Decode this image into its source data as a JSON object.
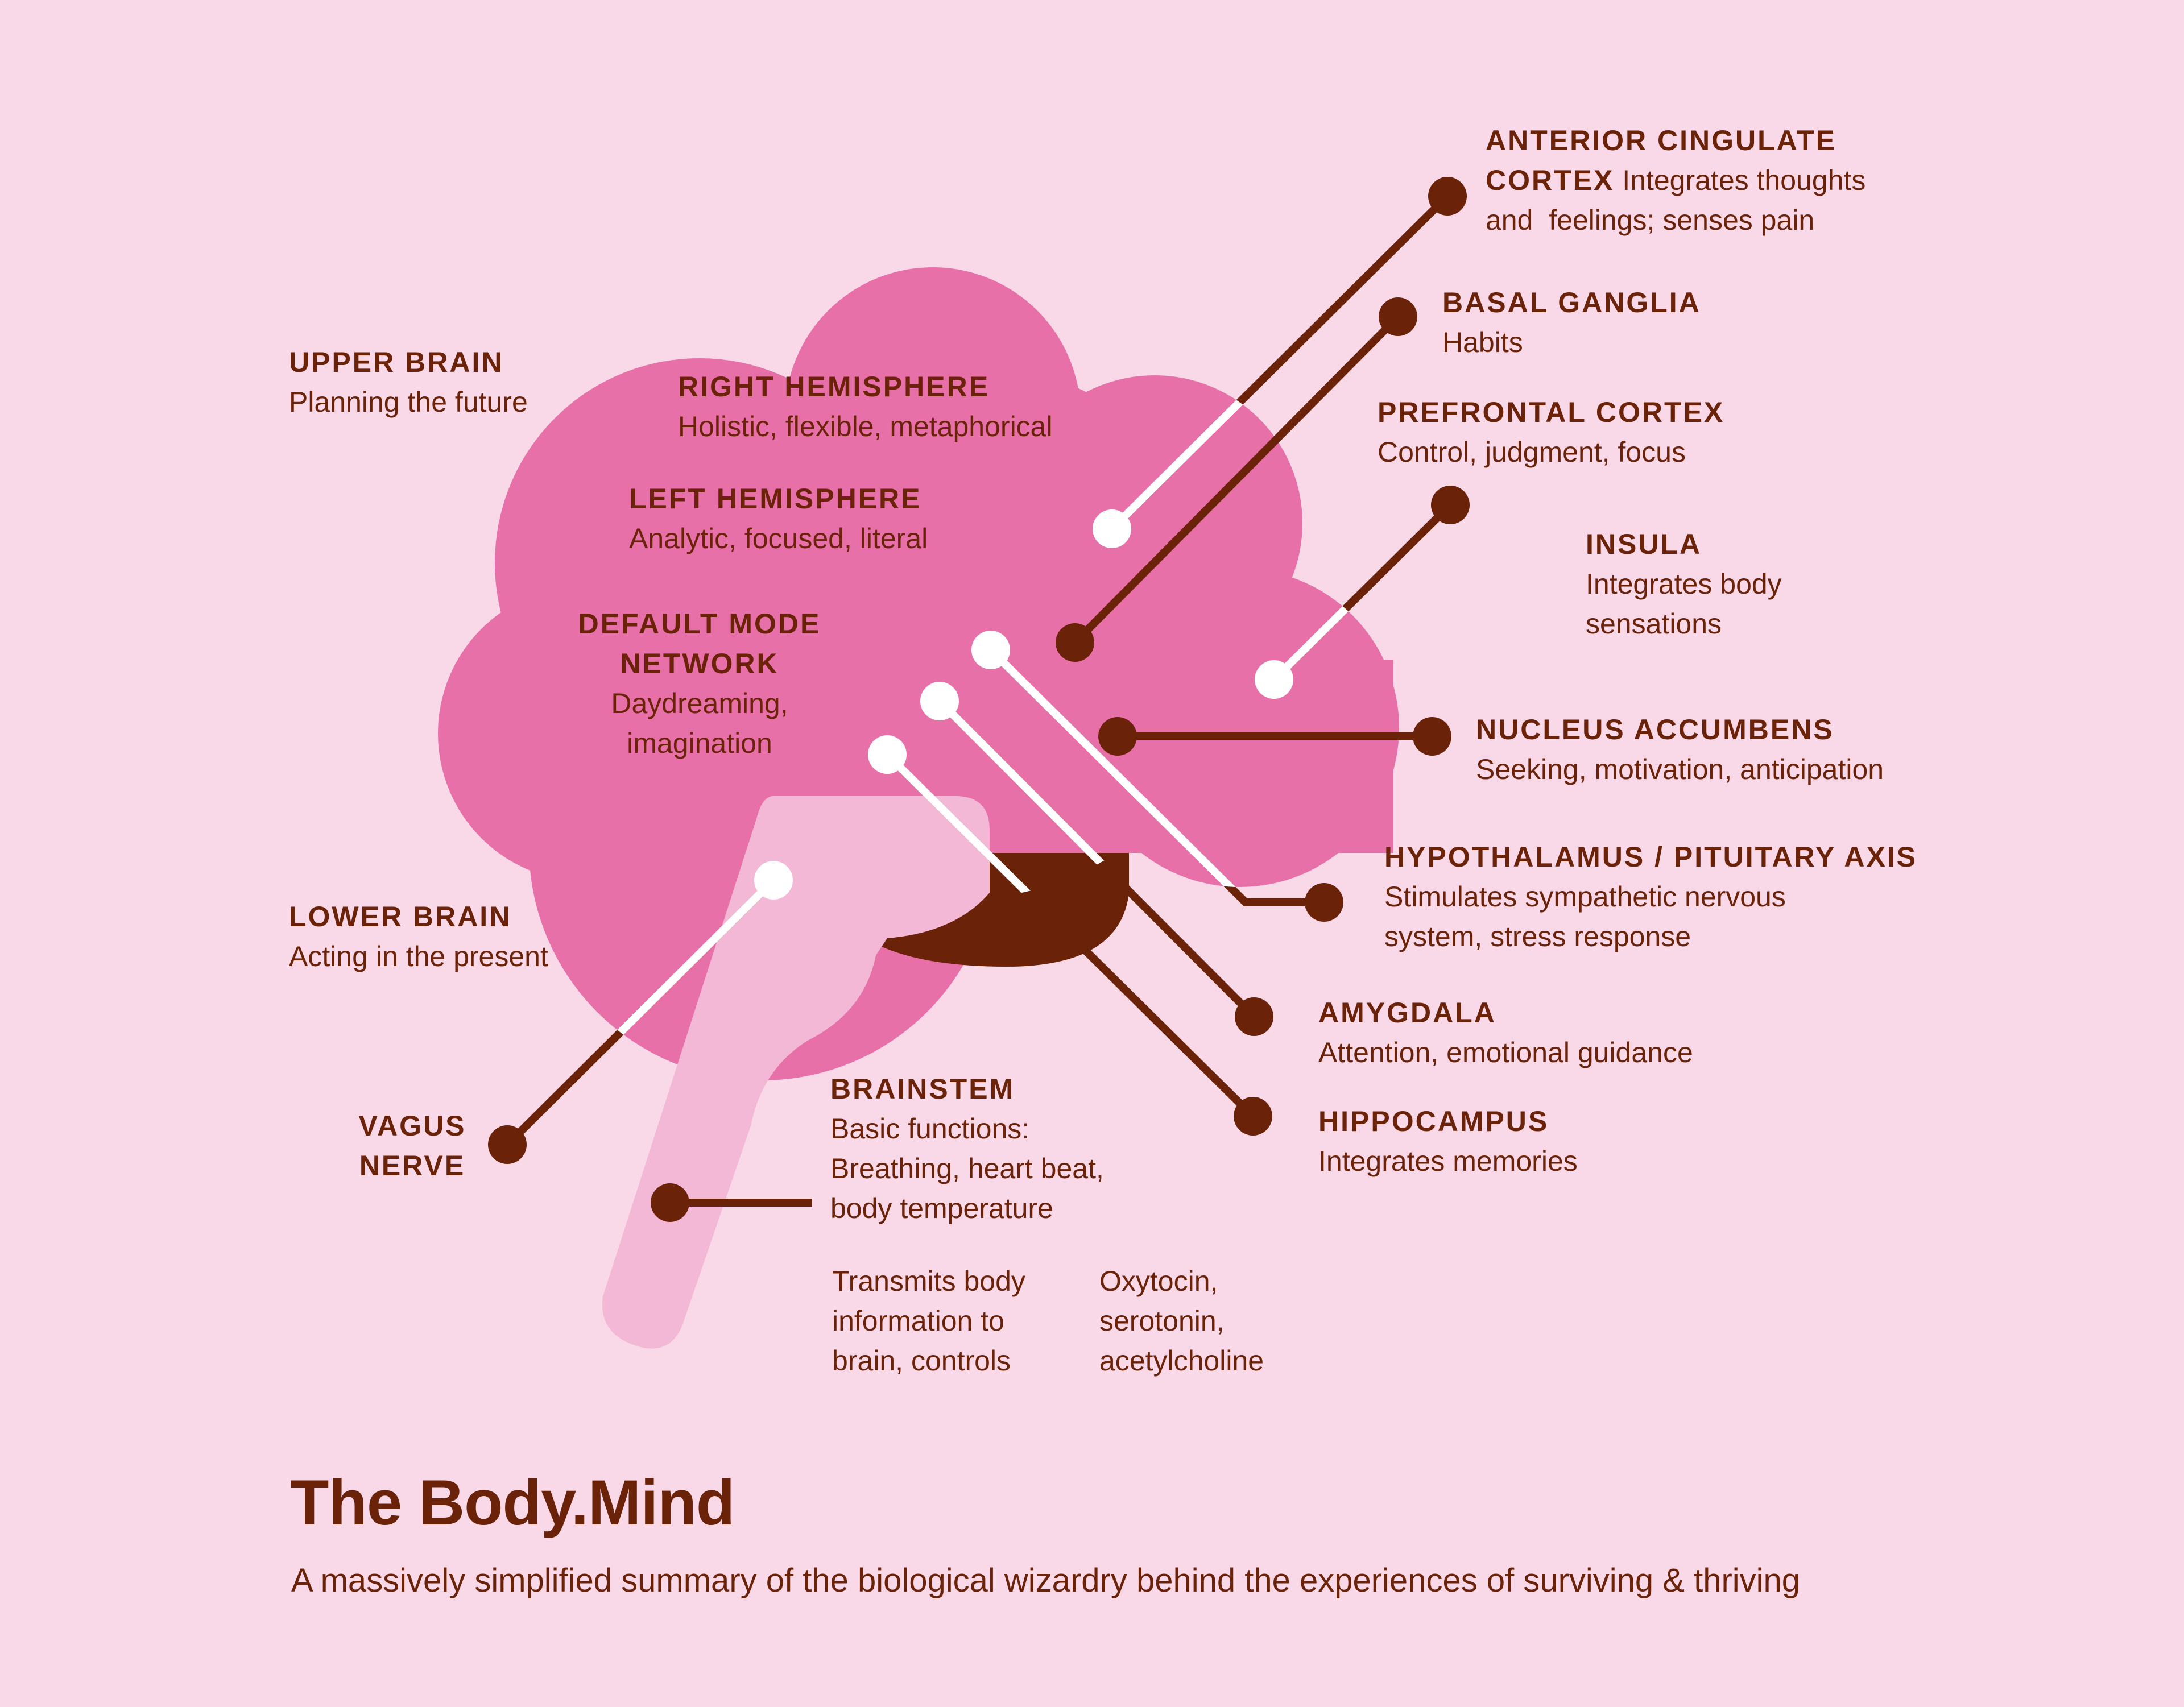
{
  "colors": {
    "background": "#f9d8e8",
    "brain_pink": "#e870a8",
    "brainstem_light": "#f2b8d6",
    "dark_brown": "#6a2209",
    "white": "#ffffff"
  },
  "labels": {
    "upper_brain": {
      "title": "UPPER BRAIN",
      "desc": "Planning the future"
    },
    "right_hemisphere": {
      "title": "RIGHT HEMISPHERE",
      "desc": "Holistic, flexible, metaphorical"
    },
    "left_hemisphere": {
      "title": "LEFT HEMISPHERE",
      "desc": "Analytic, focused, literal"
    },
    "default_mode": {
      "title_1": "DEFAULT MODE",
      "title_2": "NETWORK",
      "desc_1": "Daydreaming,",
      "desc_2": "imagination"
    },
    "lower_brain": {
      "title": "LOWER BRAIN",
      "desc": "Acting in the present"
    },
    "vagus_nerve": {
      "title_1": "VAGUS",
      "title_2": "NERVE"
    },
    "brainstem": {
      "title": "BRAINSTEM",
      "desc_1": "Basic functions:",
      "desc_2": "Breathing, heart beat,",
      "desc_3": "body temperature"
    },
    "vagus_desc": {
      "line_1": "Transmits body",
      "line_2": "information to",
      "line_3": "brain, controls"
    },
    "chemicals": {
      "line_1": "Oxytocin,",
      "line_2": "serotonin,",
      "line_3": "acetylcholine"
    },
    "anterior_cingulate": {
      "title_1": "ANTERIOR CINGULATE",
      "title_2": "CORTEX",
      "desc_1": "Integrates thoughts",
      "desc_2": "and  feelings; senses pain"
    },
    "basal_ganglia": {
      "title": "BASAL GANGLIA",
      "desc": "Habits"
    },
    "prefrontal": {
      "title": "PREFRONTAL CORTEX",
      "desc": "Control, judgment, focus"
    },
    "insula": {
      "title": "INSULA",
      "desc_1": "Integrates body",
      "desc_2": "sensations"
    },
    "nucleus_accumbens": {
      "title": "NUCLEUS ACCUMBENS",
      "desc": "Seeking, motivation, anticipation"
    },
    "hypothalamus": {
      "title": "HYPOTHALAMUS / PITUITARY AXIS",
      "desc_1": "Stimulates sympathetic nervous",
      "desc_2": "system, stress response"
    },
    "amygdala": {
      "title": "AMYGDALA",
      "desc": "Attention, emotional guidance"
    },
    "hippocampus": {
      "title": "HIPPOCAMPUS",
      "desc": "Integrates memories"
    }
  },
  "title": "The Body.Mind",
  "subtitle": "A massively simplified summary of the biological wizardry behind the experiences of surviving & thriving"
}
